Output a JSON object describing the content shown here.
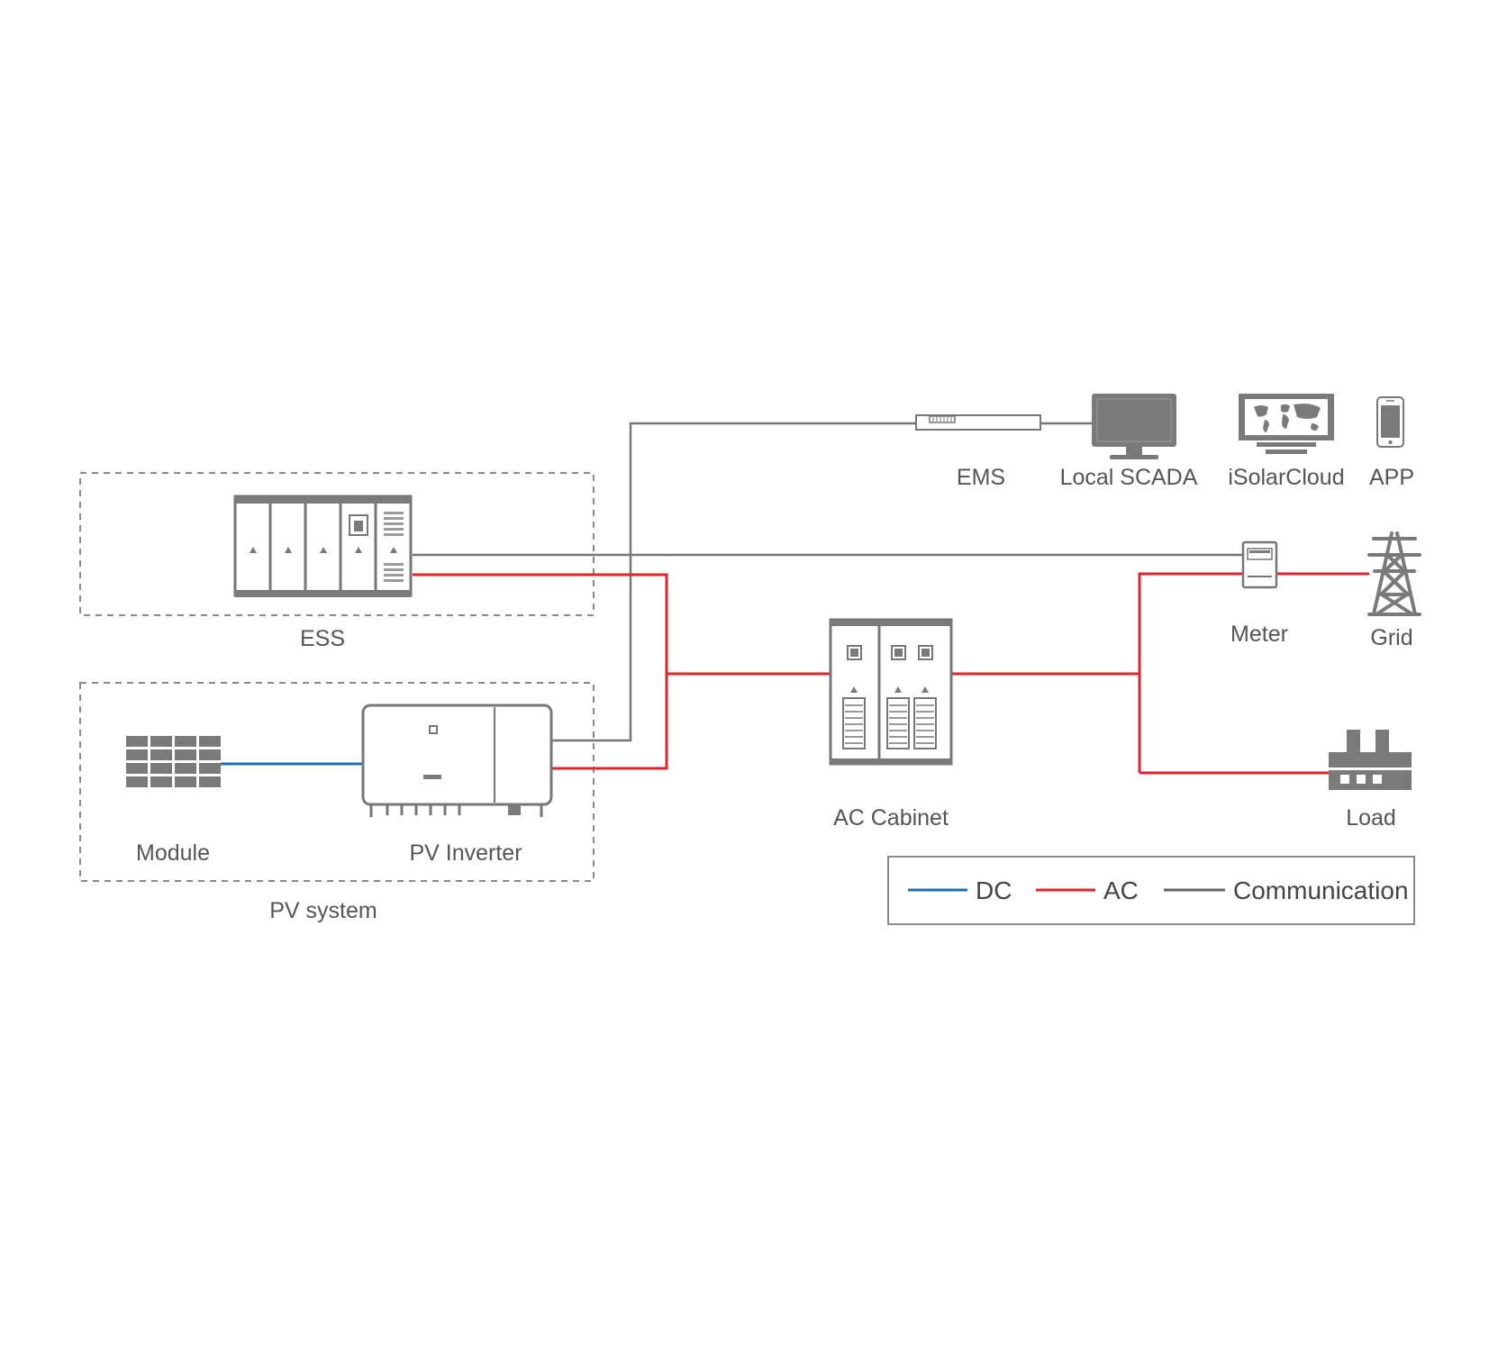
{
  "groups": {
    "ess_box": "ESS",
    "pv_box": "PV system"
  },
  "labels": {
    "ems": "EMS",
    "local_scada": "Local SCADA",
    "isolarcloud": "iSolarCloud",
    "app": "APP",
    "meter": "Meter",
    "grid": "Grid",
    "ac_cabinet": "AC Cabinet",
    "load": "Load",
    "module": "Module",
    "pv_inverter": "PV Inverter"
  },
  "legend": {
    "dc": "DC",
    "ac": "AC",
    "communication": "Communication"
  },
  "colors": {
    "dc": "#1f6fb5",
    "ac": "#e0232e",
    "communication": "#777777",
    "device": "#7a7a7a"
  },
  "icons": {
    "ems": "ems-router-icon",
    "local_scada": "monitor-icon",
    "isolarcloud": "world-map-monitor-icon",
    "app": "smartphone-icon",
    "meter": "meter-icon",
    "grid": "transmission-tower-icon",
    "ac_cabinet": "cabinet-icon",
    "load": "factory-icon",
    "module": "solar-panel-icon",
    "pv_inverter": "inverter-icon",
    "ess": "battery-cabinet-icon"
  },
  "connections": [
    {
      "from": "PV Inverter",
      "to": "EMS",
      "type": "communication"
    },
    {
      "from": "EMS",
      "to": "Local SCADA",
      "type": "communication"
    },
    {
      "from": "ESS",
      "to": "Meter",
      "type": "communication"
    },
    {
      "from": "Module",
      "to": "PV Inverter",
      "type": "dc"
    },
    {
      "from": "ESS",
      "to": "AC Cabinet",
      "type": "ac"
    },
    {
      "from": "PV Inverter",
      "to": "AC Cabinet",
      "type": "ac"
    },
    {
      "from": "AC Cabinet",
      "to": "Meter",
      "type": "ac"
    },
    {
      "from": "Meter",
      "to": "Grid",
      "type": "ac"
    },
    {
      "from": "AC Cabinet",
      "to": "Load",
      "type": "ac"
    }
  ]
}
